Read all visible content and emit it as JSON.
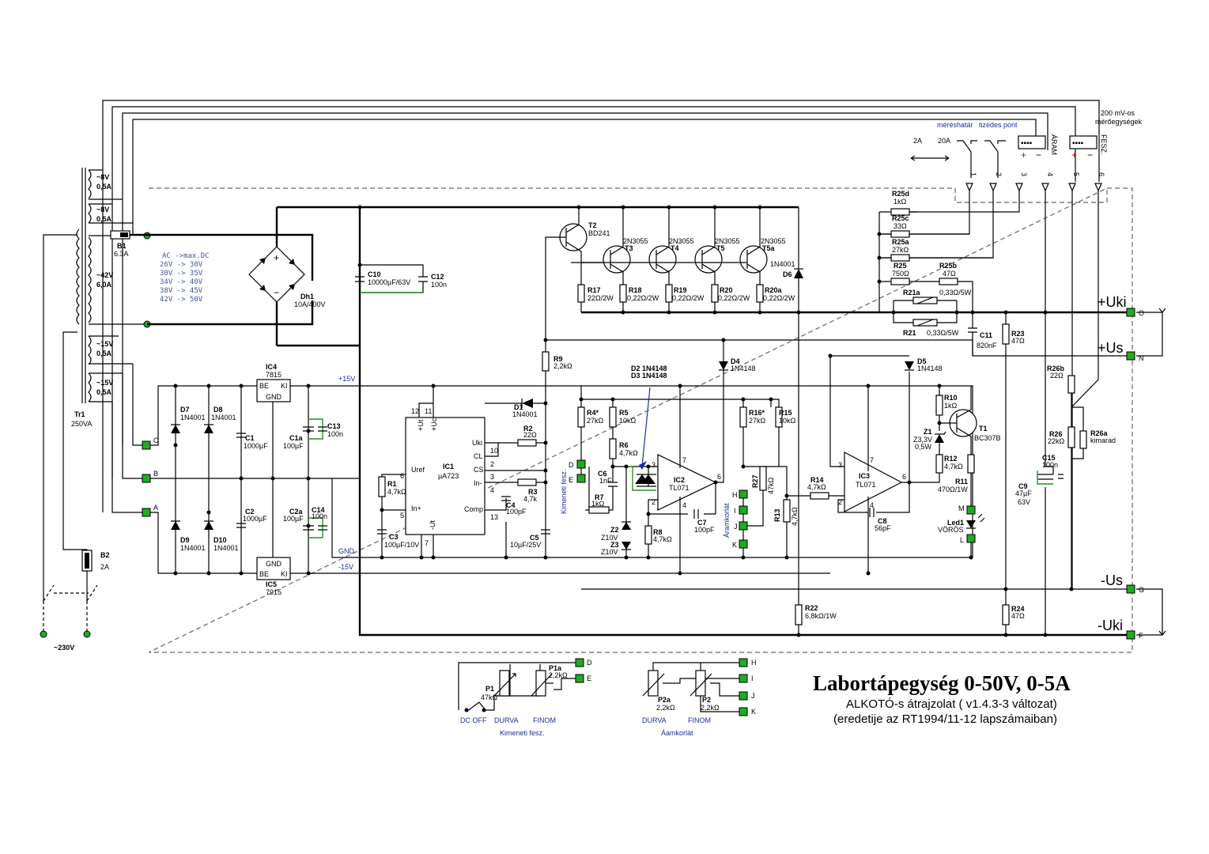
{
  "title": {
    "main": "Labortápegység 0-50V, 0-5A",
    "line1": "ALKOTÓ-s átrajzolat ( v1.4.3-3 változat)",
    "line2": "(eredetije az RT1994/11-12 lapszámaiban)"
  },
  "mains": {
    "label": "~230V",
    "fuse": "B2",
    "fuse_value": "2A"
  },
  "transformer": {
    "name": "Tr1",
    "rating": "250VA",
    "windings": [
      {
        "v": "~8V",
        "a": "0,5A"
      },
      {
        "v": "~8V",
        "a": "0,5A"
      },
      {
        "v": "~42V",
        "a": "6,0A"
      },
      {
        "v": "~15V",
        "a": "0,5A"
      },
      {
        "v": "~15V",
        "a": "0,5A"
      }
    ]
  },
  "fuse_b1": {
    "name": "B1",
    "value": "6.3A"
  },
  "ac_note": [
    "AC ->max.DC",
    "26V -> 30V",
    "30V -> 35V",
    "34V -> 40V",
    "38V -> 45V",
    "42V -> 50V"
  ],
  "bridge": {
    "name": "Dh1",
    "value": "10A/400V"
  },
  "caps_main": {
    "c10": {
      "n": "C10",
      "v": "10000µF/63V"
    },
    "c12": {
      "n": "C12",
      "v": "100n"
    }
  },
  "transistors": {
    "t2": {
      "n": "T2",
      "t": "BD241"
    },
    "t3": {
      "n": "T3",
      "t": "2N3055"
    },
    "t4": {
      "n": "T4",
      "t": "2N3055"
    },
    "t5": {
      "n": "T5",
      "t": "2N3055"
    },
    "t5a": {
      "n": "T5a",
      "t": "2N3055"
    },
    "t1": {
      "n": "T1",
      "t": "BC307B"
    }
  },
  "emitter_res": {
    "r17": {
      "n": "R17",
      "v": "22Ω/2W"
    },
    "r18": {
      "n": "R18",
      "v": "0,22Ω/2W"
    },
    "r19": {
      "n": "R19",
      "v": "0,22Ω/2W"
    },
    "r20": {
      "n": "R20",
      "v": "0,22Ω/2W"
    },
    "r20a": {
      "n": "R20a",
      "v": "0,22Ω/2W"
    }
  },
  "d6": {
    "n": "D6",
    "t": "1N4001"
  },
  "shunts": {
    "r25d": {
      "n": "R25d",
      "v": "1kΩ"
    },
    "r25c": {
      "n": "R25c",
      "v": "33Ω"
    },
    "r25a": {
      "n": "R25a",
      "v": "27kΩ"
    },
    "r25": {
      "n": "R25",
      "v": "750Ω"
    },
    "r25b": {
      "n": "R25b",
      "v": "47Ω"
    },
    "r21a": {
      "n": "R21a",
      "v": "0,33Ω/5W"
    },
    "r21": {
      "n": "R21",
      "v": "0,33Ω/5W"
    }
  },
  "meter": {
    "range_label": "méréshatár",
    "dp_label": "tizedes pont",
    "r2a": "2A",
    "r20a": "20A",
    "aram": "ÁRAM",
    "fesz": "FESZ.",
    "title1": "200 mV-os",
    "title2": "mérőegységek",
    "pins": [
      "1",
      "2",
      "3",
      "4",
      "5",
      "6"
    ],
    "plus": "+",
    "minus": "−"
  },
  "outputs": {
    "puki": "+Uki",
    "pus": "+Us",
    "mus": "-Us",
    "muki": "-Uki",
    "o": "O",
    "n": "N",
    "g": "G",
    "f": "F"
  },
  "right_parts": {
    "c11": {
      "n": "C11",
      "v": "820nF"
    },
    "r23": {
      "n": "R23",
      "v": "47Ω"
    },
    "r26b": {
      "n": "R26b",
      "v": "22Ω"
    },
    "r26": {
      "n": "R26",
      "v": "22kΩ"
    },
    "r26a": {
      "n": "R26a",
      "v": "kimarad"
    },
    "c15": {
      "n": "C15",
      "v": "100n"
    },
    "c9": {
      "n": "C9",
      "v": "47µF",
      "v2": "63V"
    },
    "r24": {
      "n": "R24",
      "v": "47Ω"
    },
    "r22": {
      "n": "R22",
      "v": "6,8kΩ/1W"
    }
  },
  "aux_supply": {
    "ic4": {
      "n": "IC4",
      "t": "7815"
    },
    "ic5": {
      "n": "IC5",
      "t": "7915"
    },
    "be": "BE",
    "ki": "KI",
    "gnd": "GND",
    "d7": {
      "n": "D7",
      "t": "1N4001"
    },
    "d8": {
      "n": "D8",
      "t": "1N4001"
    },
    "d9": {
      "n": "D9",
      "t": "1N4001"
    },
    "d10": {
      "n": "D10",
      "t": "1N4001"
    },
    "c1": {
      "n": "C1",
      "v": "1000µF"
    },
    "c2": {
      "n": "C2",
      "v": "1000µF"
    },
    "c1a": {
      "n": "C1a",
      "v": "100µF"
    },
    "c13": {
      "n": "C13",
      "v": "100n"
    },
    "c2a": {
      "n": "C2a",
      "v": "100µF"
    },
    "c14": {
      "n": "C14",
      "v": "100n"
    },
    "rail_p15": "+15V",
    "rail_gnd": "GND",
    "rail_m15": "-15V",
    "pts": {
      "c": "C",
      "b": "B",
      "a": "A"
    }
  },
  "ic1": {
    "n": "IC1",
    "t": "µA723",
    "pins": {
      "uref": "Uref",
      "inp": "In+",
      "inm": "In-",
      "uki": "Uki",
      "cl": "CL",
      "cs": "CS",
      "comp": "Comp",
      "ut": "+Ut",
      "uc": "+Uc",
      "mut": "-Ut"
    },
    "nums": {
      "p12": "12",
      "p11": "11",
      "p10": "10",
      "p2": "2",
      "p3": "3",
      "p4": "4",
      "p13": "13",
      "p6": "6",
      "p5": "5",
      "p7": "7"
    }
  },
  "ic1_parts": {
    "r1": {
      "n": "R1",
      "v": "4,7kΩ"
    },
    "c3": {
      "n": "C3",
      "v": "100µF/10V"
    },
    "r2": {
      "n": "R2",
      "v": "22Ω"
    },
    "r3": {
      "n": "R3",
      "v": "4,7k"
    },
    "c4": {
      "n": "C4",
      "v": "100pF"
    },
    "c5": {
      "n": "C5",
      "v": "10µF/25V"
    },
    "d1": {
      "n": "D1",
      "t": "1N4001"
    },
    "r9": {
      "n": "R9",
      "v": "2,2kΩ"
    }
  },
  "ic2_block": {
    "ic2": {
      "n": "IC2",
      "t": "TL071"
    },
    "d2d3": {
      "a": "D2  1N4148",
      "b": "D3  1N4148"
    },
    "d4": {
      "n": "D4",
      "t": "1N4148"
    },
    "r4": {
      "n": "R4*",
      "v": "27kΩ"
    },
    "r5": {
      "n": "R5",
      "v": "10kΩ"
    },
    "r6": {
      "n": "R6",
      "v": "4,7kΩ"
    },
    "c6": {
      "n": "C6",
      "v": "1nF"
    },
    "r7": {
      "n": "R7",
      "v": "1kΩ"
    },
    "z2": {
      "n": "Z2",
      "v": "Z10V"
    },
    "z3": {
      "n": "Z3",
      "v": "Z10V"
    },
    "r8": {
      "n": "R8",
      "v": "4,7kΩ"
    },
    "c7": {
      "n": "C7",
      "v": "100pF"
    },
    "pins": {
      "p3": "3",
      "p2": "2",
      "p7": "7",
      "p4": "4",
      "p6": "6"
    },
    "kim": "Kimeneti fesz.",
    "pts": {
      "d": "D",
      "e": "E"
    }
  },
  "ic3_block": {
    "ic3": {
      "n": "IC3",
      "t": "TL071"
    },
    "d5": {
      "n": "D5",
      "t": "1N4148"
    },
    "r16": {
      "n": "R16*",
      "v": "27kΩ"
    },
    "r15": {
      "n": "R15",
      "v": "10kΩ"
    },
    "r27": {
      "n": "R27",
      "v": "47kΩ"
    },
    "r13": {
      "n": "R13",
      "v": "4,7kΩ"
    },
    "r14": {
      "n": "R14",
      "v": "4,7kΩ"
    },
    "c8": {
      "n": "C8",
      "v": "56pF"
    },
    "r10": {
      "n": "R10",
      "v": "1kΩ"
    },
    "z1": {
      "n": "Z1",
      "v": "Z3,3V",
      "v2": "0,5W"
    },
    "r12": {
      "n": "R12",
      "v": "4,7kΩ"
    },
    "r11": {
      "n": "R11",
      "v": "470Ω/1W"
    },
    "led": {
      "n": "Led1",
      "v": "VÖRÖS"
    },
    "pins": {
      "p3": "3",
      "p2": "2",
      "p7": "7",
      "p4": "4",
      "p6": "6"
    },
    "aram": "Áramkorlát",
    "pts": {
      "h": "H",
      "i": "I",
      "j": "J",
      "k": "K",
      "m": "M",
      "l": "L"
    }
  },
  "pots_left": {
    "p1": {
      "n": "P1",
      "v": "47kΩ"
    },
    "p1a": {
      "n": "P1a",
      "v": "2,2kΩ"
    },
    "dcoff": "DC OFF",
    "durva": "DURVA",
    "finom": "FINOM",
    "caption": "Kimeneti fesz.",
    "d": "D",
    "e": "E"
  },
  "pots_right": {
    "p2a": {
      "n": "P2a",
      "v": "2,2kΩ"
    },
    "p2": {
      "n": "P2",
      "v": "2,2kΩ"
    },
    "durva": "DURVA",
    "finom": "FINOM",
    "caption": "Áamkorlát",
    "h": "H",
    "i": "I",
    "j": "J",
    "k": "K"
  },
  "colors": {
    "wire": "#000000",
    "pad": "#22aa22",
    "accent_blue": "#1a2fa0",
    "frame": "#666666"
  }
}
